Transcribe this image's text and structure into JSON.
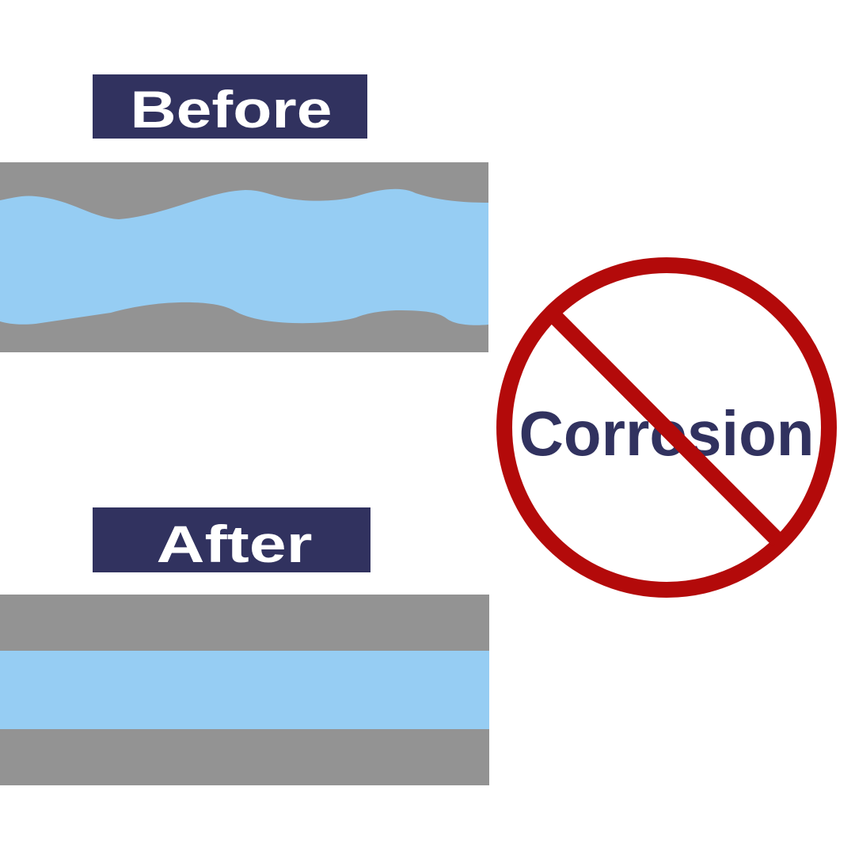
{
  "before": {
    "label": "Before"
  },
  "after": {
    "label": "After"
  },
  "prohibition": {
    "label": "Corrosion",
    "icon": "no-symbol-icon"
  },
  "colors": {
    "navy": "#31325f",
    "pipe_gray": "#939393",
    "water_blue": "#96cdf3",
    "prohibition_red": "#b30a0a"
  }
}
